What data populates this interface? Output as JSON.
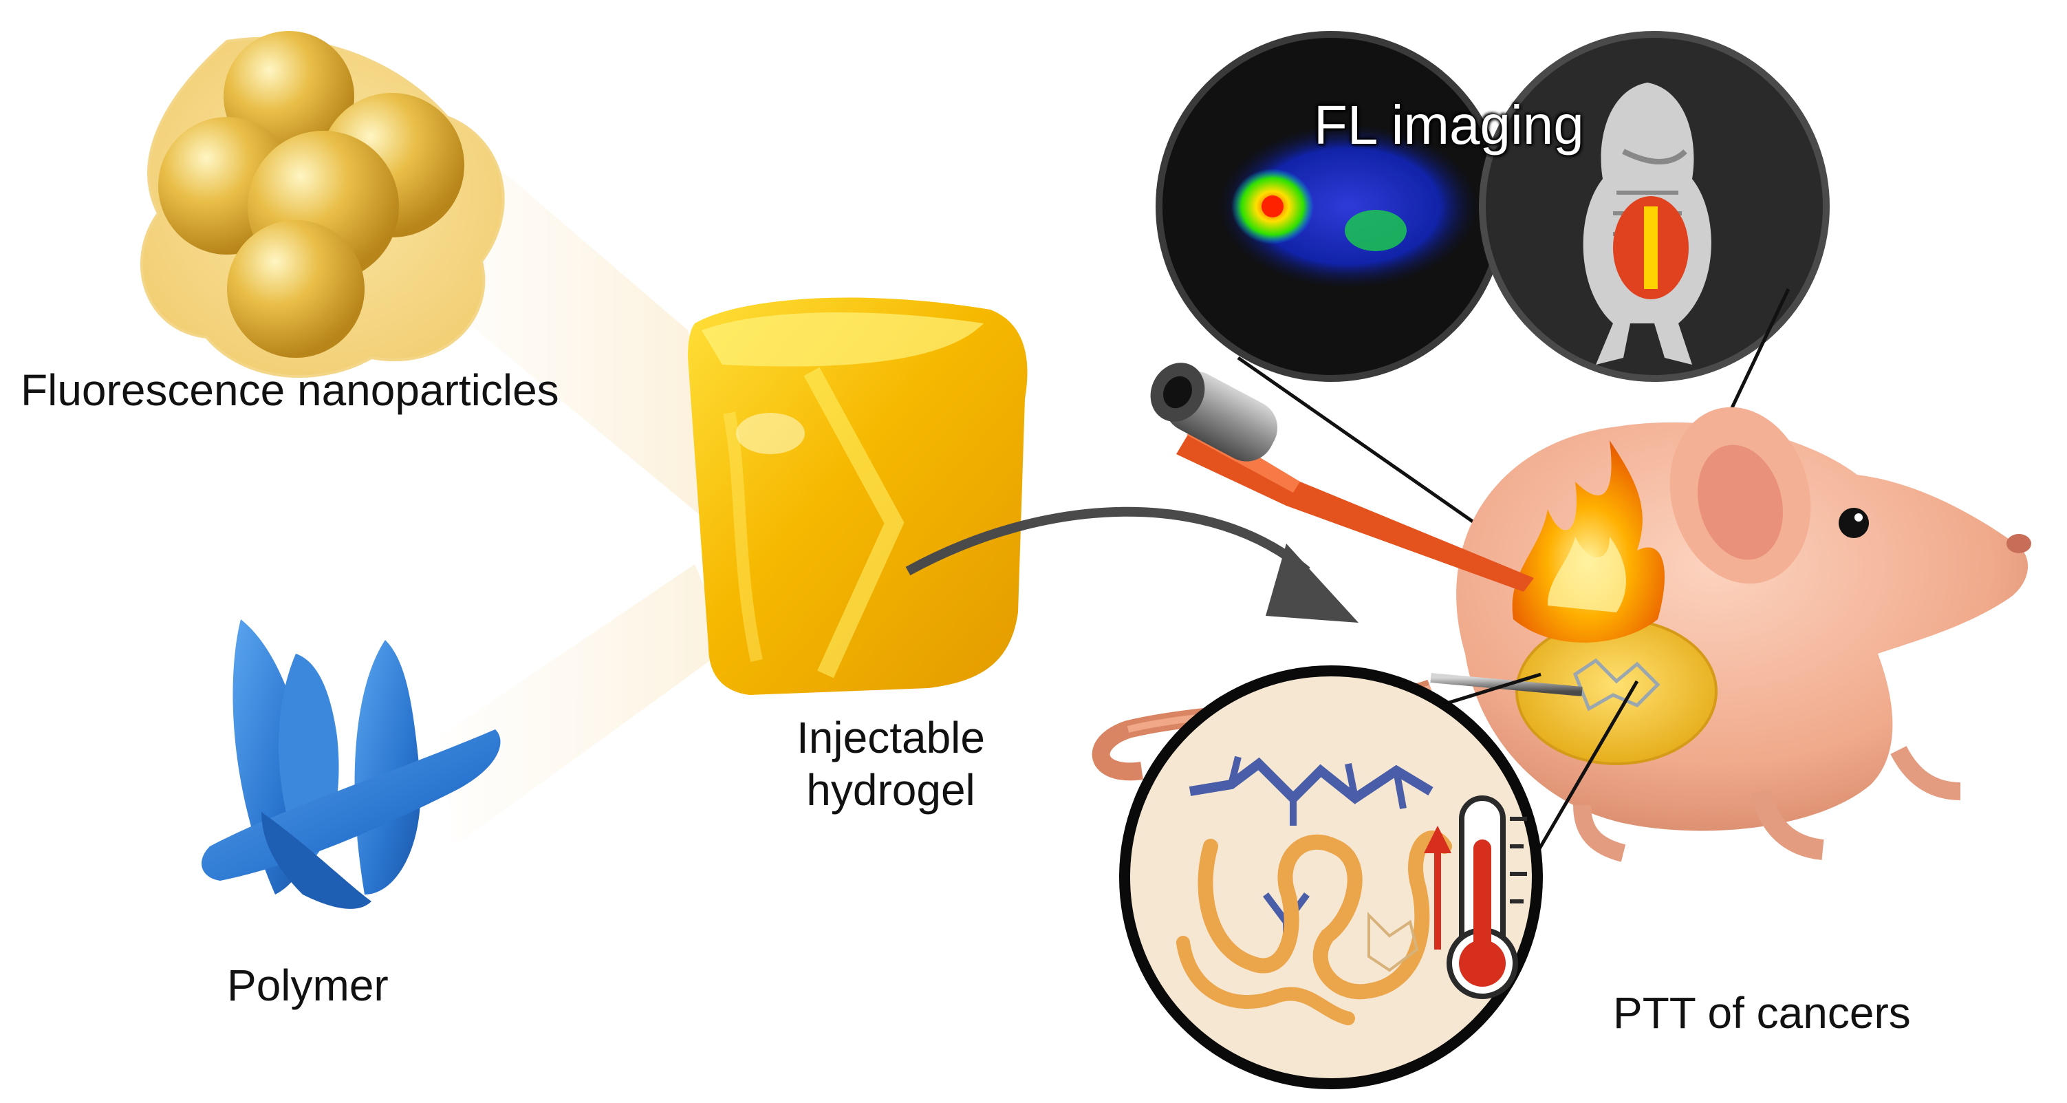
{
  "labels": {
    "nanoparticles": "Fluorescence nanoparticles",
    "polymer": "Polymer",
    "hydrogel_line1": "Injectable",
    "hydrogel_line2": "hydrogel",
    "fl_imaging": "FL imaging",
    "ptt": "PTT of cancers"
  },
  "colors": {
    "nanoparticle_gold": "#e2b53a",
    "polymer_blue": "#2f7fd6",
    "hydrogel_yellow": "#f7c500",
    "mouse_skin": "#f1b096",
    "laser_orange": "#e4521e",
    "thermometer_red": "#d62f1e",
    "gel_mesh_orange": "#eba54a",
    "polymer_chain_blue": "#4a5da8"
  }
}
